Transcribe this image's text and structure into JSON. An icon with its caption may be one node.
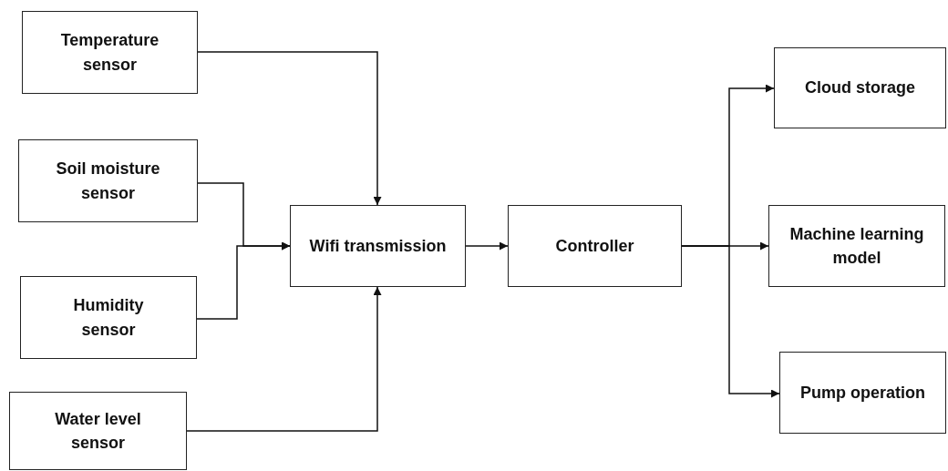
{
  "diagram": {
    "nodes": [
      {
        "text": [
          "Temperature sensor"
        ]
      },
      {
        "text": [
          "Soil moisture sensor"
        ]
      },
      {
        "text": [
          "Humidity sensor"
        ]
      },
      {
        "text": [
          "Water level sensor"
        ]
      },
      {
        "text": [
          "Wifi transmission"
        ]
      },
      {
        "text": [
          "Controller"
        ]
      },
      {
        "text": [
          "Cloud storage"
        ]
      },
      {
        "text": [
          "Machine learning model"
        ]
      },
      {
        "text": [
          "Pump operation"
        ]
      }
    ],
    "edges": [
      {
        "from": 0,
        "to": 4,
        "arrow": "to"
      },
      {
        "from": 1,
        "to": 4,
        "arrow": "to"
      },
      {
        "from": 2,
        "to": 4,
        "arrow": "to"
      },
      {
        "from": 3,
        "to": 4,
        "arrow": "to"
      },
      {
        "from": 4,
        "to": 5,
        "arrow": "to"
      },
      {
        "from": 5,
        "to": 6,
        "arrow": "to"
      },
      {
        "from": 5,
        "to": 7,
        "arrow": "to"
      },
      {
        "from": 5,
        "to": 8,
        "arrow": "to"
      }
    ]
  }
}
